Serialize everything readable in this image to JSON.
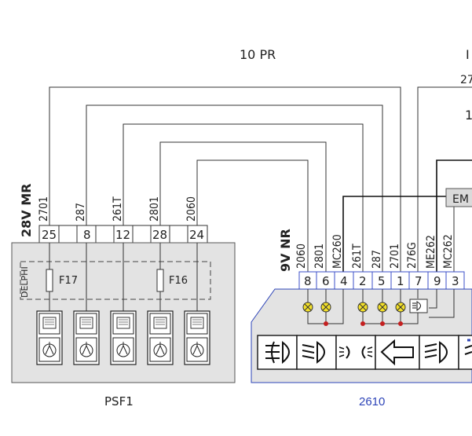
{
  "bundle_label": "10 PR",
  "top_right_label_1": "I",
  "top_right_label_2": "27",
  "top_right_label_3": "1",
  "em_label": "EM",
  "left_connector": {
    "label": "28V MR",
    "wire_codes": [
      "2701",
      "287",
      "261T",
      "2801",
      "2060"
    ],
    "pins": [
      "25",
      "8",
      "12",
      "28",
      "24"
    ]
  },
  "psf1": {
    "name": "PSF1",
    "brand": "DELPHI",
    "fuses": [
      "F17",
      "F16"
    ]
  },
  "right_connector": {
    "label": "9V NR",
    "wire_codes": [
      "2060",
      "2801",
      "MC260",
      "261T",
      "287",
      "2701",
      "276G",
      "ME262",
      "MC262"
    ],
    "pins": [
      "8",
      "6",
      "4",
      "2",
      "5",
      "1",
      "7",
      "9",
      "3"
    ]
  },
  "panel": {
    "name": "2610",
    "color": "#2e45b8"
  }
}
